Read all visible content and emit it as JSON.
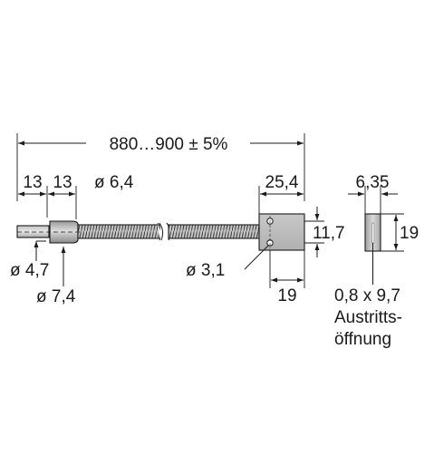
{
  "drawing": {
    "overall_length": "880…900 ± 5%",
    "segment_1": "13",
    "segment_2": "13",
    "sheath_diameter": "ø 6,4",
    "head_length": "25,4",
    "head_width": "6,35",
    "head_height": "11,7",
    "head_depth": "19",
    "tip_diameter": "ø 4,7",
    "ferrule_diameter": "ø 7,4",
    "hole_diameter": "ø 3,1",
    "hole_spacing": "19",
    "aperture_size": "0,8 x 9,7",
    "aperture_label_line1": "Austritts-",
    "aperture_label_line2": "öffnung"
  }
}
